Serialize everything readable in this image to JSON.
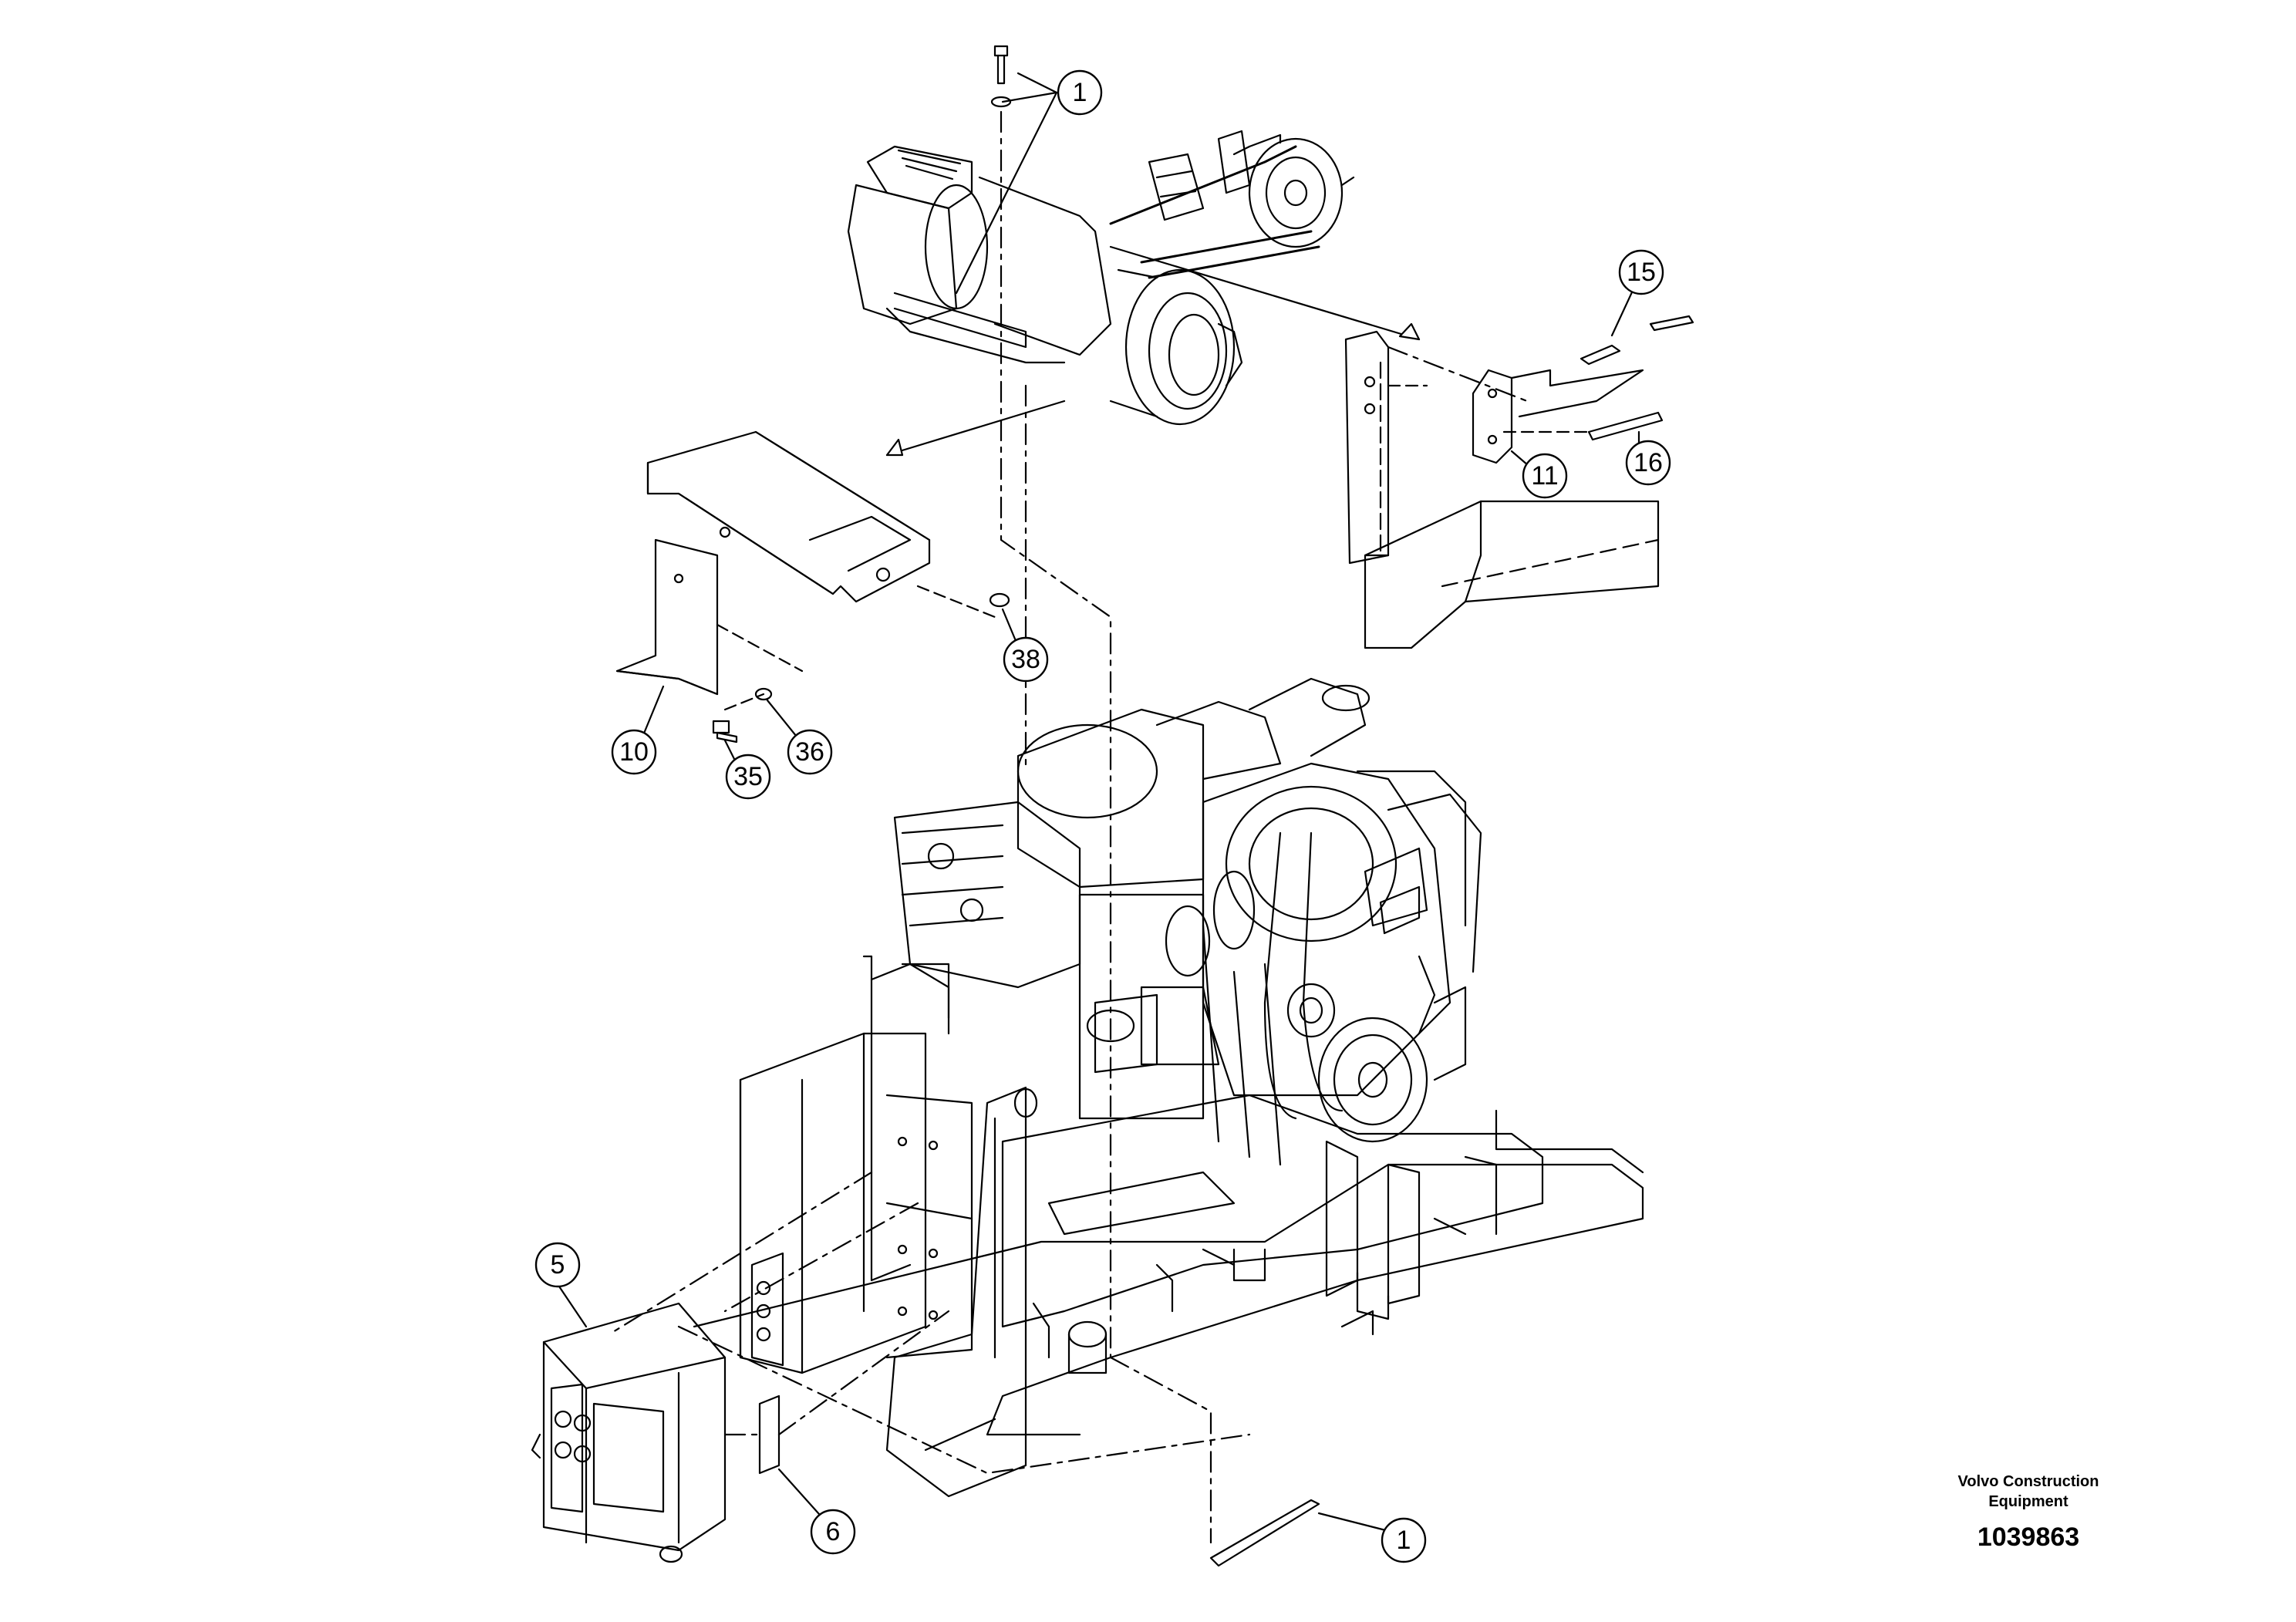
{
  "callouts": [
    {
      "id": "c1-top",
      "text": "1"
    },
    {
      "id": "c15",
      "text": "15"
    },
    {
      "id": "c16",
      "text": "16"
    },
    {
      "id": "c11",
      "text": "11"
    },
    {
      "id": "c38",
      "text": "38"
    },
    {
      "id": "c10",
      "text": "10"
    },
    {
      "id": "c35",
      "text": "35"
    },
    {
      "id": "c36",
      "text": "36"
    },
    {
      "id": "c5",
      "text": "5"
    },
    {
      "id": "c6",
      "text": "6"
    },
    {
      "id": "c1-bottom",
      "text": "1"
    }
  ],
  "brand": {
    "line1": "Volvo Construction",
    "line2": "Equipment",
    "code": "1039863"
  }
}
